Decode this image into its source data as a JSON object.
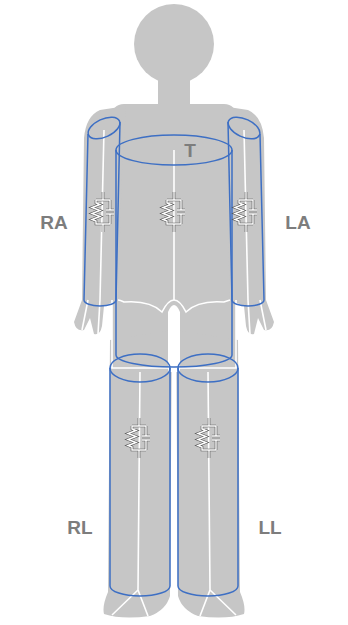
{
  "diagram": {
    "labels": [
      "RA",
      "T",
      "LA",
      "RL",
      "LL"
    ]
  }
}
